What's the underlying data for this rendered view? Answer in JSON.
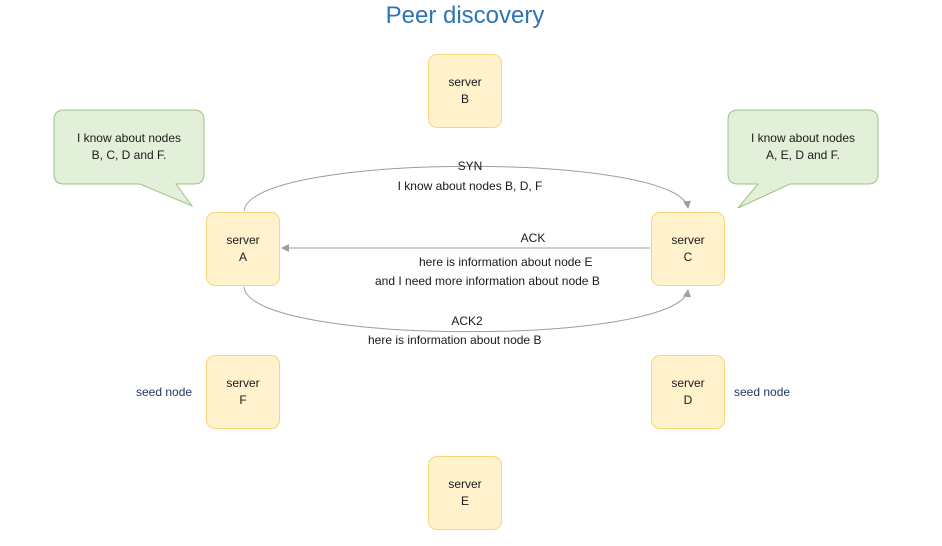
{
  "title": "Peer discovery",
  "nodes": {
    "a": {
      "line1": "server",
      "line2": "A"
    },
    "b": {
      "line1": "server",
      "line2": "B"
    },
    "c": {
      "line1": "server",
      "line2": "C"
    },
    "d": {
      "line1": "server",
      "line2": "D"
    },
    "e": {
      "line1": "server",
      "line2": "E"
    },
    "f": {
      "line1": "server",
      "line2": "F"
    }
  },
  "bubbles": {
    "left": {
      "line1": "I know about nodes",
      "line2": "B,  C, D and F."
    },
    "right": {
      "line1": "I know about nodes",
      "line2": "A, E, D and F."
    }
  },
  "messages": {
    "syn": {
      "label": "SYN",
      "detail": "I know about nodes B, D, F"
    },
    "ack": {
      "label": "ACK",
      "detail1": "here is information about node E",
      "detail2": "and I need more information about node B"
    },
    "ack2": {
      "label": "ACK2",
      "detail": "here is information about node B"
    }
  },
  "seed_labels": {
    "f": "seed node",
    "d": "seed node"
  },
  "colors": {
    "title": "#2e75b6",
    "node_fill": "#fff2cc",
    "node_border": "#f5d77a",
    "bubble_fill": "#e2efd9",
    "bubble_border": "#9dc383",
    "seed_text": "#1f3864",
    "edge": "#9e9e9e"
  }
}
